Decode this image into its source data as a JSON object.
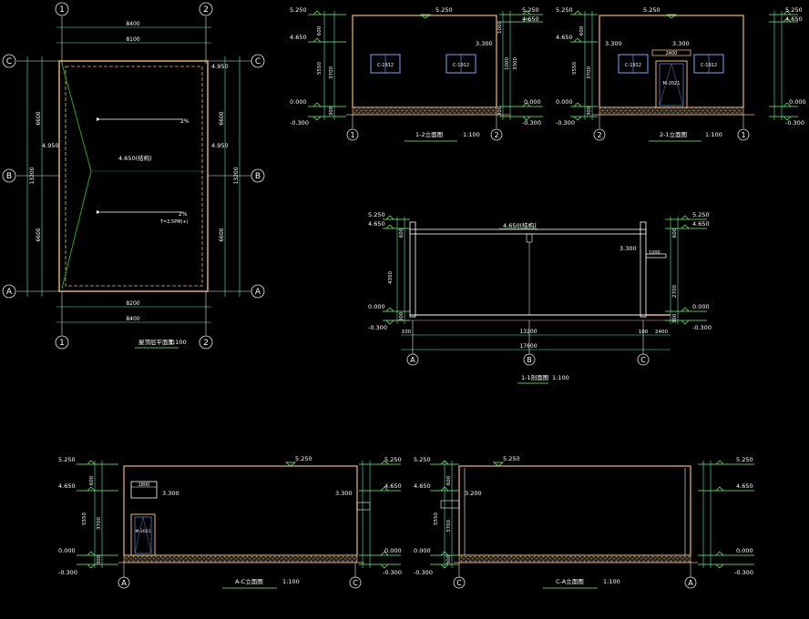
{
  "colors": {
    "background": "#000000",
    "wall": "#f0b86e",
    "axis": "#e8e8e8",
    "dim": "#3df5c8",
    "level": "#6cff6c",
    "text": "#ffffff",
    "fill": "#7a6a56",
    "blue": "#6fa8ff",
    "green": "#1fbf1f"
  },
  "plan": {
    "axes_top": [
      "1",
      "2"
    ],
    "axes_bottom": [
      "1",
      "2"
    ],
    "axes_left": [
      "C",
      "B",
      "A"
    ],
    "axes_right": [
      "C",
      "B",
      "A"
    ],
    "dims_top": [
      "8400",
      "8100"
    ],
    "dims_bottom": [
      "8200",
      "8400"
    ],
    "dims_left_total": "13200",
    "dims_left_upper": "6600",
    "dims_left_lower": "6600",
    "dims_right_total": "13200",
    "dims_right_upper": "6600",
    "dims_right_lower": "6600",
    "levels": [
      "4.950",
      "4.950",
      "4.950"
    ],
    "roof_label": "4.650(结构)",
    "slope_labels": [
      "2%",
      "2%"
    ],
    "note": "T=2.5PM(+)",
    "title": "屋顶层平面图",
    "scale": "1:100"
  },
  "elev12": {
    "levels_left": [
      "5.250",
      "4.650",
      "0.000",
      "-0.300"
    ],
    "levels_right": [
      "5.250",
      "4.650",
      "0.000",
      "-0.300"
    ],
    "top_level": "5.250",
    "window_level": "3.300",
    "window_labels": [
      "C-1912",
      "C-1912"
    ],
    "dims_left": [
      "600",
      "5550",
      "3700",
      "300"
    ],
    "dims_right": [
      "1000",
      "1000",
      "3300",
      "300"
    ],
    "axes": [
      "1",
      "2"
    ],
    "title": "1-2立面图",
    "scale": "1:100"
  },
  "elev21": {
    "levels_left": [
      "5.250",
      "4.650",
      "0.000",
      "-0.300"
    ],
    "levels_right": [
      "5.250",
      "4.650",
      "0.000",
      "-0.300"
    ],
    "top_level": "5.250",
    "window_level": "3.300",
    "window_level_2": "3.300",
    "window_labels": [
      "C-1912",
      "C-1912"
    ],
    "door_label": "M-2021",
    "door_dim": "2400",
    "dims_left": [
      "600",
      "5550",
      "3700",
      "300"
    ],
    "axes": [
      "2",
      "1"
    ],
    "title": "2-1立面图",
    "scale": "1:100"
  },
  "section": {
    "levels_left": [
      "5.250",
      "4.650",
      "0.000",
      "-0.300"
    ],
    "levels_right": [
      "5.250",
      "4.650",
      "0.000",
      "-0.300"
    ],
    "roof_label": "4.650(结构)",
    "canopy_level": "3.300",
    "canopy_dim": "1000",
    "dims_left": [
      "600",
      "4350",
      "300"
    ],
    "dims_right": [
      "600",
      "2700",
      "300"
    ],
    "dims_bottom": [
      "100",
      "13200",
      "100",
      "2400"
    ],
    "dims_bottom_total": "17600",
    "axes": [
      "A",
      "B",
      "C"
    ],
    "title": "1-1剖面图",
    "scale": "1:100"
  },
  "elevAC": {
    "levels_left": [
      "5.250",
      "4.650",
      "0.000",
      "-0.300"
    ],
    "levels_right": [
      "5.250",
      "4.650",
      "0.000",
      "-0.300"
    ],
    "top_level": "5.250",
    "window_level": "3.300",
    "window_level_2": "3.300",
    "window_dim": "1800",
    "door_label": "M-2021",
    "dims_left": [
      "600",
      "5550",
      "3700",
      "300"
    ],
    "axes": [
      "A",
      "C"
    ],
    "title": "A-C立面图",
    "scale": "1:100"
  },
  "elevCA": {
    "levels_left": [
      "5.250",
      "4.650",
      "0.000",
      "-0.300"
    ],
    "levels_right": [
      "5.250",
      "4.650",
      "0.000",
      "-0.300"
    ],
    "top_level": "5.250",
    "window_level": "3.200",
    "dims_left": [
      "600",
      "5550",
      "3700",
      "300"
    ],
    "axes": [
      "C",
      "A"
    ],
    "title": "C-A立面图",
    "scale": "1:100"
  }
}
